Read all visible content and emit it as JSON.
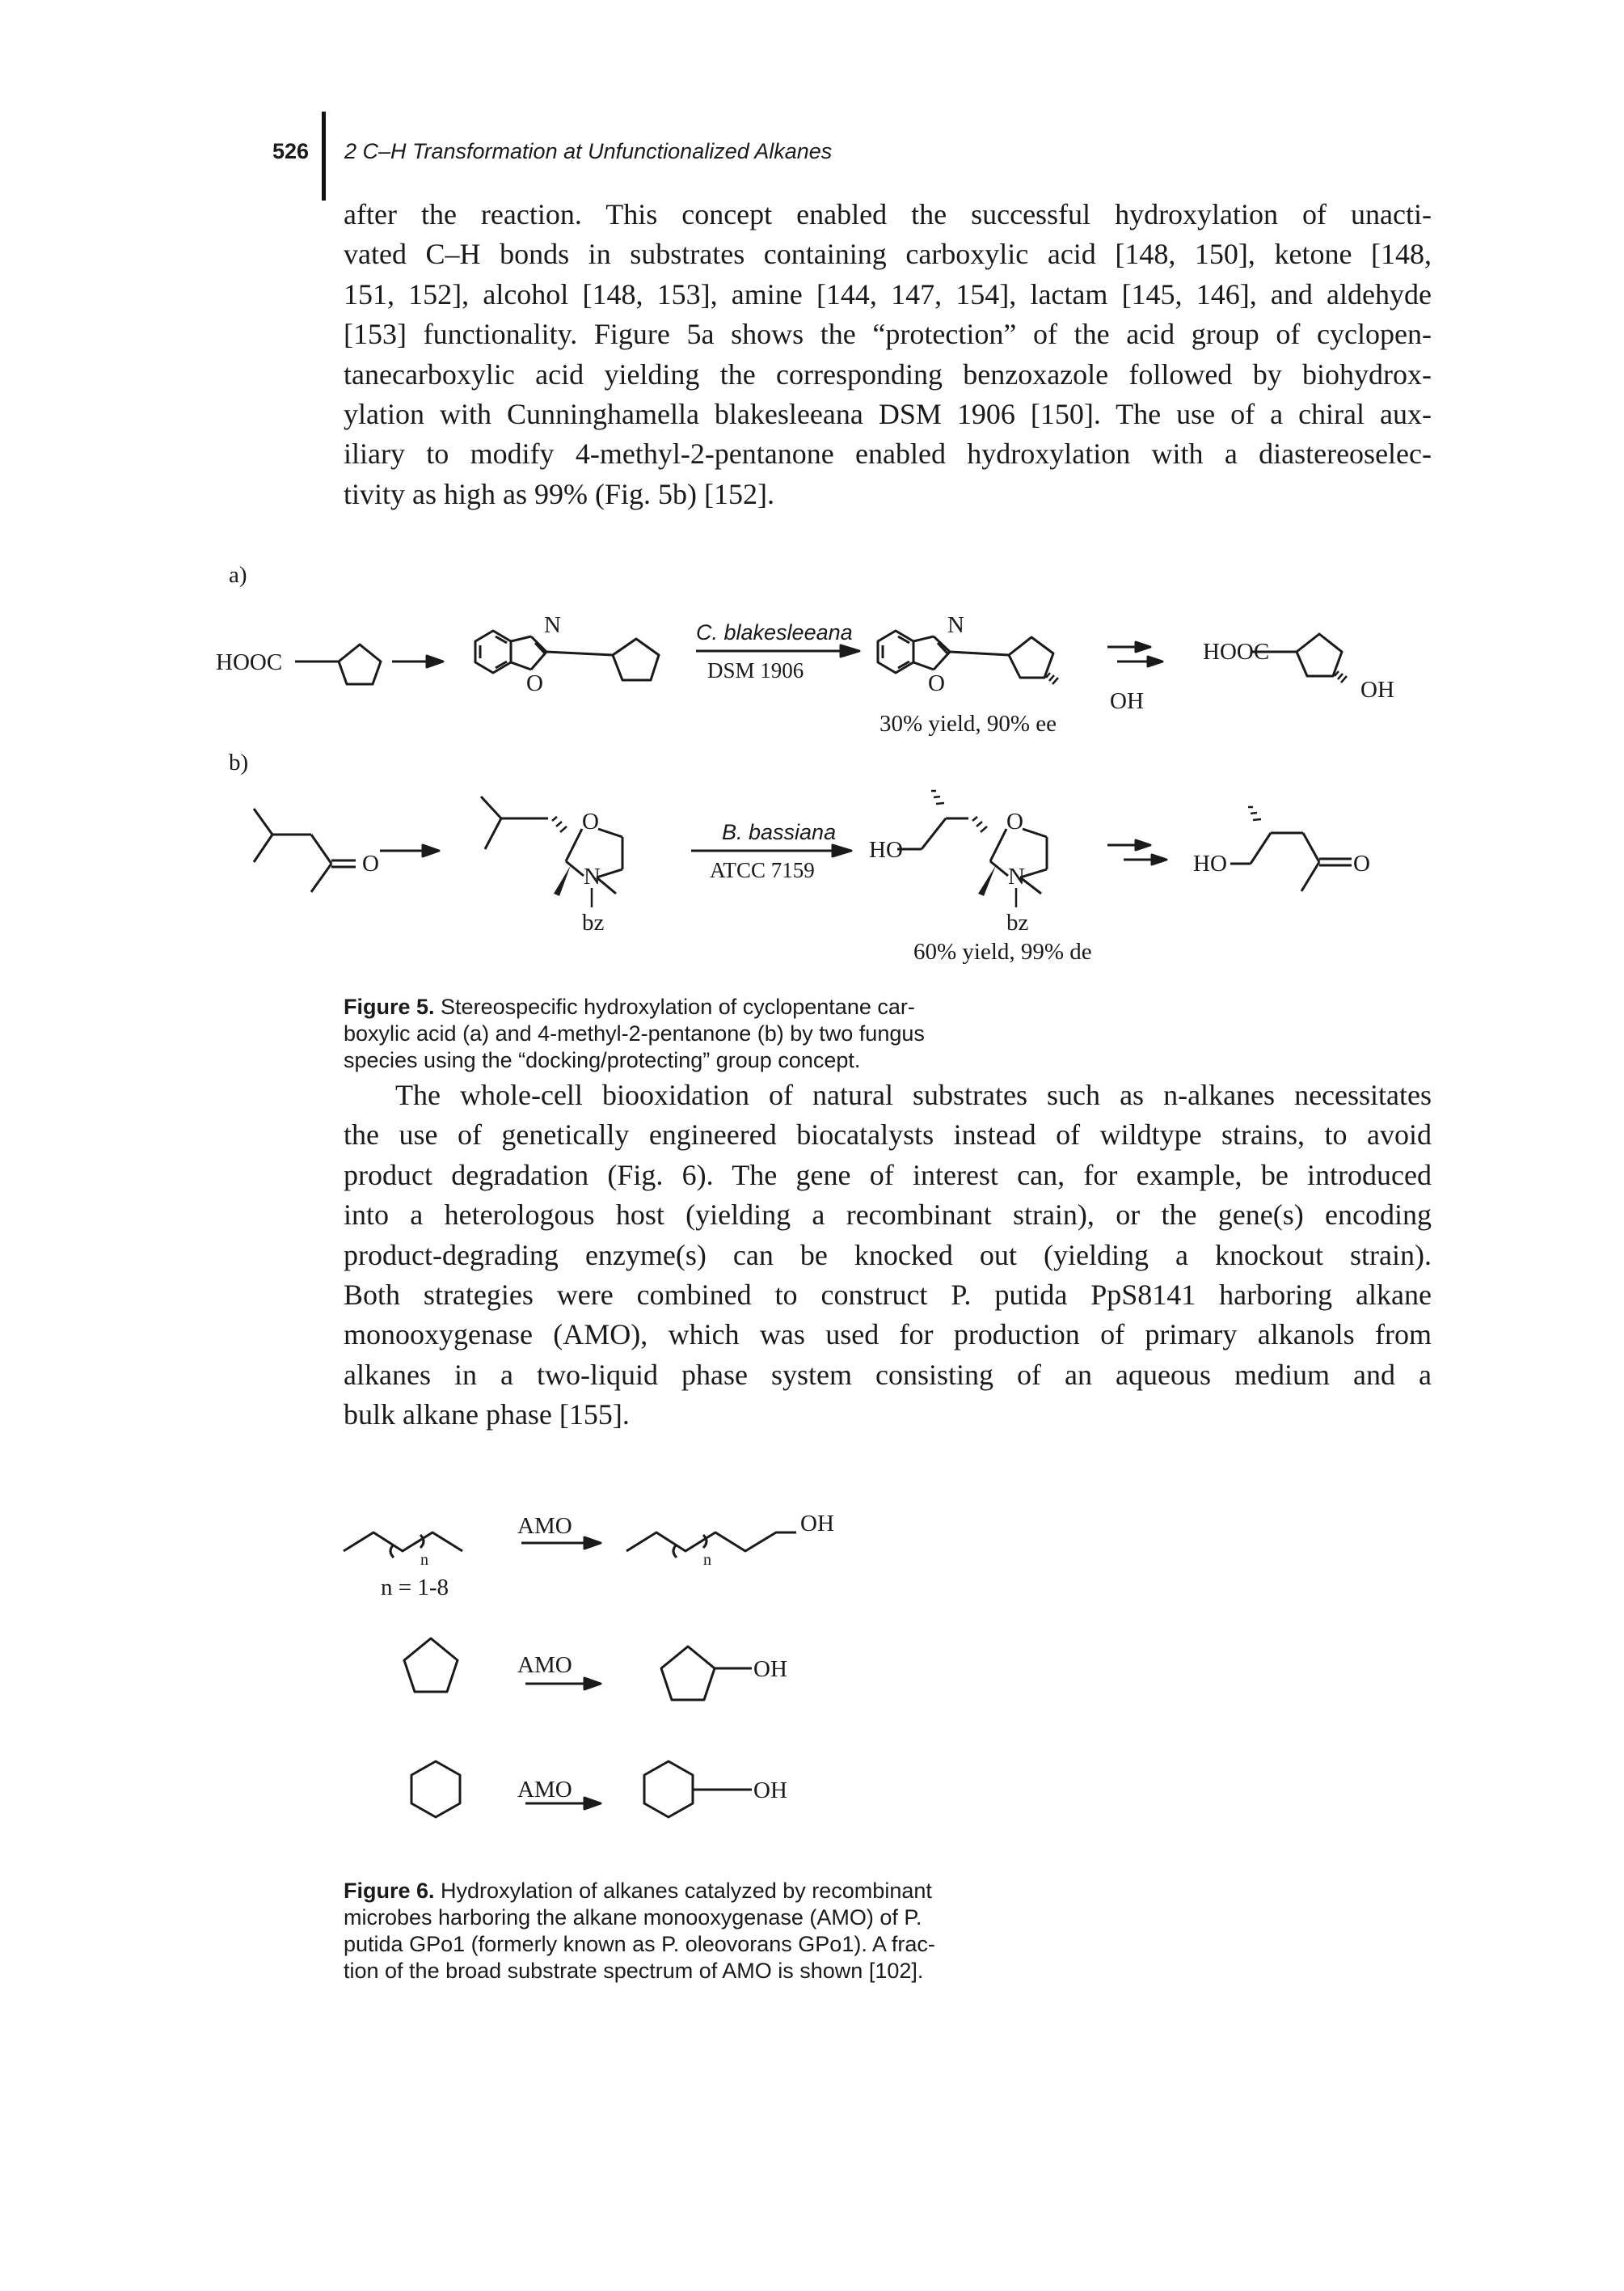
{
  "header": {
    "page_number": "526",
    "running_title": "2 C–H Transformation at Unfunctionalized Alkanes"
  },
  "paragraph1": [
    "after the reaction. This concept enabled the successful hydroxylation of unacti-",
    "vated C–H bonds in substrates containing carboxylic acid [148, 150], ketone [148,",
    "151, 152], alcohol [148, 153], amine [144, 147, 154], lactam [145, 146], and aldehyde",
    "[153] functionality. Figure 5a shows the “protection” of the acid group of cyclopen-",
    "tanecarboxylic acid yielding the corresponding benzoxazole followed by biohydrox-",
    "ylation with Cunninghamella blakesleeana DSM 1906 [150]. The use of a chiral aux-",
    "iliary to modify 4-methyl-2-pentanone enabled hydroxylation with a diastereoselec-",
    "tivity as high as 99% (Fig. 5b) [152]."
  ],
  "figure5": {
    "panel_a_label": "a)",
    "panel_b_label": "b)",
    "a": {
      "hooc": "HOOC",
      "n": "N",
      "o": "O",
      "enzyme": "C. blakesleeana",
      "strain": "DSM 1906",
      "oh": "OH",
      "yield": "30% yield, 90% ee"
    },
    "b": {
      "o": "O",
      "n": "N",
      "bz": "bz",
      "enzyme": "B. bassiana",
      "strain": "ATCC 7159",
      "ho": "HO",
      "yield": "60% yield, 99% de"
    },
    "caption_label": "Figure 5.",
    "caption_lines": [
      "Stereospecific hydroxylation of cyclopentane car-",
      "boxylic acid (a) and 4-methyl-2-pentanone (b) by two fungus",
      "species using the “docking/protecting” group concept."
    ]
  },
  "paragraph2": [
    "The whole-cell biooxidation of natural substrates such as n-alkanes necessitates",
    "the use of genetically engineered biocatalysts instead of wildtype strains, to avoid",
    "product degradation (Fig. 6). The gene of interest can, for example, be introduced",
    "into a heterologous host (yielding a recombinant strain), or the gene(s) encoding",
    "product-degrading enzyme(s) can be knocked out (yielding a knockout strain).",
    "Both strategies were combined to construct P. putida PpS8141 harboring alkane",
    "monooxygenase (AMO), which was used for production of primary alkanols from",
    "alkanes in a two-liquid phase system consisting of an aqueous medium and a",
    "bulk alkane phase [155]."
  ],
  "figure6": {
    "amo": "AMO",
    "n_sub": "n",
    "n_range": "n = 1-8",
    "oh": "OH",
    "caption_label": "Figure 6.",
    "caption_lines": [
      "Hydroxylation of alkanes catalyzed by recombinant",
      "microbes harboring the alkane monooxygenase (AMO) of P.",
      "putida GPo1 (formerly known as P. oleovorans GPo1). A frac-",
      "tion of the broad substrate spectrum of AMO is shown [102]."
    ]
  }
}
